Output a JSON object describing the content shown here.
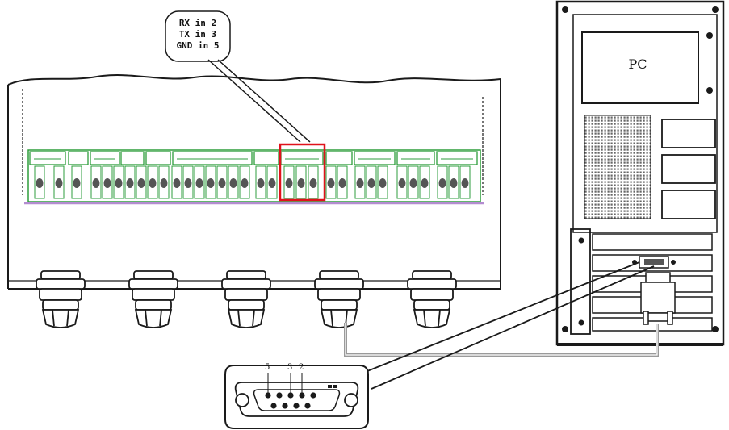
{
  "callout": {
    "lines": [
      "RX in 2",
      "TX in 3",
      "GND in 5"
    ]
  },
  "pc": {
    "label": "PC"
  },
  "db9": {
    "pin_labels": [
      "5",
      "3",
      "2"
    ]
  },
  "colors": {
    "terminal_green": "#2e9d3c",
    "highlight": "#e0121b",
    "cable": "#9a9a9a",
    "stroke": "#1a1a1a"
  }
}
